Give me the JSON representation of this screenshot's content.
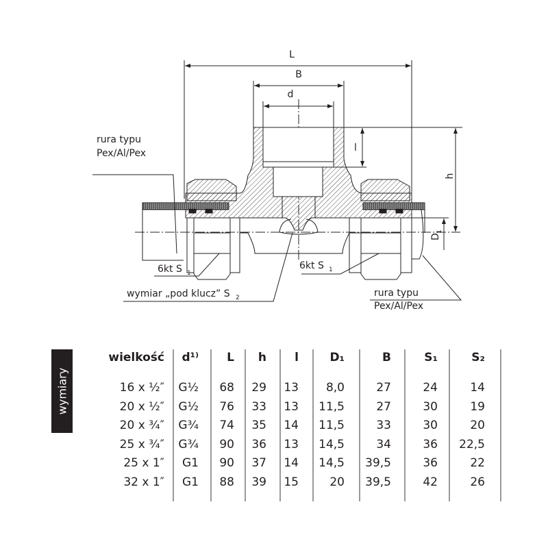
{
  "drawing": {
    "dim_L": "L",
    "dim_B": "B",
    "dim_d": "d",
    "dim_l": "l",
    "dim_h": "h",
    "dim_D1": {
      "main": "D",
      "sub": "1"
    },
    "pipe_left": {
      "line1": "rura typu",
      "line2": "Pex/Al/Pex"
    },
    "pipe_right": {
      "line1": "rura typu",
      "line2": "Pex/Al/Pex"
    },
    "hex_left": {
      "main": "6kt S",
      "sub": "1"
    },
    "hex_right": {
      "main": "6kt S",
      "sub": "1"
    },
    "wrench": {
      "main": "wymiar „pod klucz” S",
      "sub": "2"
    }
  },
  "table": {
    "side_tab": "wymiary",
    "headers": [
      "wielkość",
      "d¹⁾",
      "L",
      "h",
      "l",
      "D₁",
      "B",
      "S₁",
      "S₂"
    ],
    "rows": [
      [
        "16 x ½″",
        "G½",
        "68",
        "29",
        "13",
        "8,0",
        "27",
        "24",
        "14"
      ],
      [
        "20 x ½″",
        "G½",
        "76",
        "33",
        "13",
        "11,5",
        "27",
        "30",
        "19"
      ],
      [
        "20 x ¾″",
        "G¾",
        "74",
        "35",
        "14",
        "11,5",
        "33",
        "30",
        "20"
      ],
      [
        "25 x ¾″",
        "G¾",
        "90",
        "36",
        "13",
        "14,5",
        "34",
        "36",
        "22,5"
      ],
      [
        "25 x 1″",
        "G1",
        "90",
        "37",
        "14",
        "14,5",
        "39,5",
        "36",
        "22"
      ],
      [
        "32 x 1″",
        "G1",
        "88",
        "39",
        "15",
        "20",
        "39,5",
        "42",
        "26"
      ]
    ]
  }
}
